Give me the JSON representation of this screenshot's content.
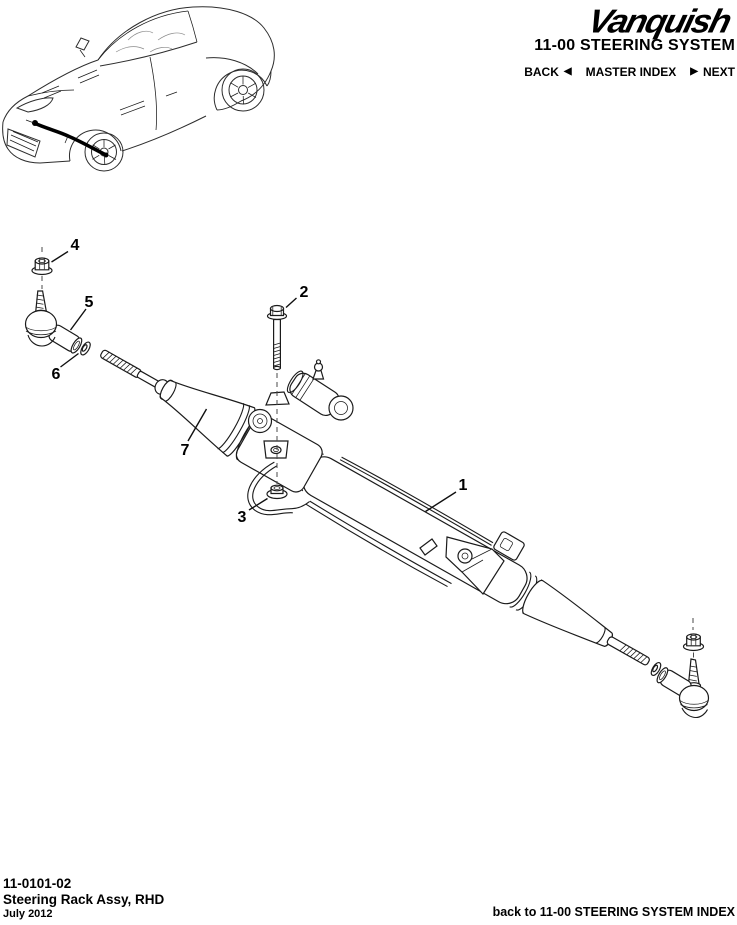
{
  "header": {
    "logo_text": "Vanquish",
    "title": "11-00 STEERING SYSTEM",
    "nav": {
      "back_label": "BACK",
      "back_arrow": "◀",
      "master_index_label": "MASTER INDEX",
      "next_arrow": "▶",
      "next_label": "NEXT"
    }
  },
  "diagram": {
    "callouts": [
      {
        "label": "1"
      },
      {
        "label": "2"
      },
      {
        "label": "3"
      },
      {
        "label": "4"
      },
      {
        "label": "5"
      },
      {
        "label": "6"
      },
      {
        "label": "7"
      }
    ]
  },
  "footer": {
    "doc_number": "11-0101-02",
    "doc_title": "Steering Rack Assy, RHD",
    "doc_date": "July 2012",
    "index_link": "back to 11-00 STEERING SYSTEM INDEX"
  },
  "colors": {
    "ink": "#000000",
    "line_art": "#1b1b1b",
    "background": "#ffffff"
  }
}
